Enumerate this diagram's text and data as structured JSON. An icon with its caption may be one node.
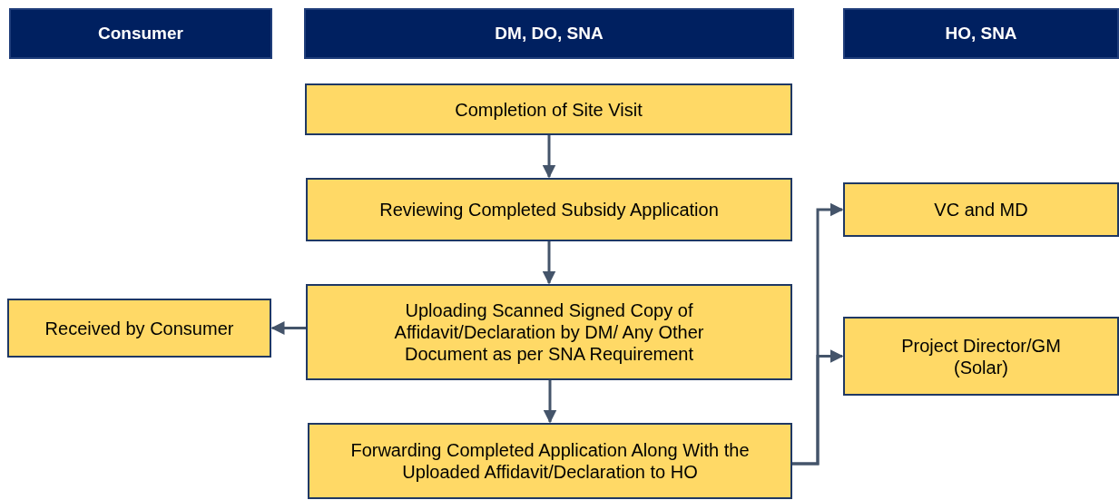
{
  "diagram": {
    "nodes": [
      {
        "text": [
          "Consumer"
        ]
      },
      {
        "text": [
          "DM, DO, SNA"
        ]
      },
      {
        "text": [
          "HO, SNA"
        ]
      },
      {
        "text": [
          "Completion of Site Visit"
        ]
      },
      {
        "text": [
          "Reviewing Completed Subsidy Application"
        ]
      },
      {
        "text": [
          "Uploading Scanned Signed Copy of Affidavit/Declaration by DM/ Any Other Document as per SNA Requirement"
        ]
      },
      {
        "text": [
          "Received by Consumer"
        ]
      },
      {
        "text": [
          "Forwarding Completed Application Along With the Uploaded Affidavit/Declaration to HO"
        ]
      },
      {
        "text": [
          "VC and MD"
        ]
      },
      {
        "text": [
          "Project Director/GM (Solar)"
        ]
      }
    ],
    "edges": [
      {
        "from": 3,
        "to": 4,
        "arrow": "to"
      },
      {
        "from": 4,
        "to": 5,
        "arrow": "to"
      },
      {
        "from": 5,
        "to": 6,
        "arrow": "to"
      },
      {
        "from": 5,
        "to": 7,
        "arrow": "to"
      },
      {
        "from": 7,
        "to": 8,
        "arrow": "to"
      },
      {
        "from": 7,
        "to": 9,
        "arrow": "to"
      }
    ]
  }
}
